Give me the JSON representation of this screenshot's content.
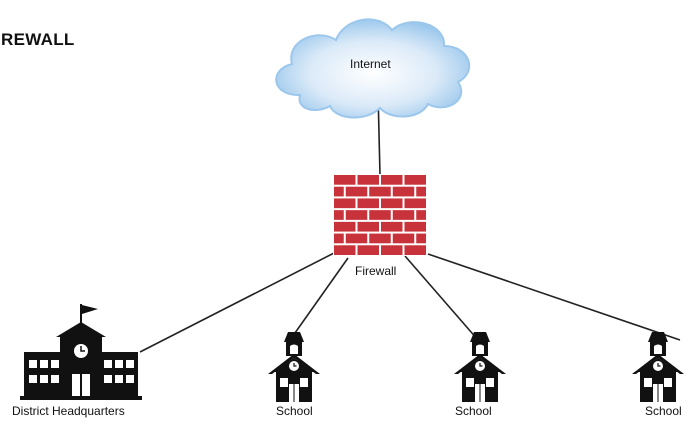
{
  "title": "IREWALL",
  "nodes": {
    "internet": "Internet",
    "firewall": "Firewall",
    "hq": "District Headquarters",
    "school1": "School",
    "school2": "School",
    "school3": "School"
  },
  "colors": {
    "brick": "#c8323a",
    "mortar": "#ffffff",
    "cloud": "#b9d8f2",
    "cloud_edge": "#8fc1ea",
    "building": "#111111",
    "line": "#222222"
  },
  "icons": [
    "cloud-icon",
    "brick-wall-icon",
    "school-building-icon",
    "schoolhouse-icon"
  ]
}
